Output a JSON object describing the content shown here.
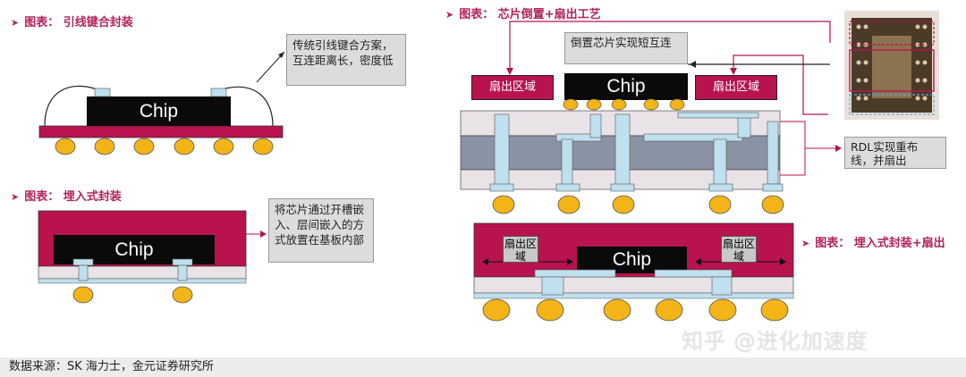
{
  "titles": {
    "wire_bond": "图表：   引线键合封装",
    "embedded": "图表：   埋入式封装",
    "flip_chip": "图表：   芯片倒置+扇出工艺",
    "embedded_fanout": "图表：   埋入式封装+扇出"
  },
  "title_arrow": "➤",
  "chip_label": "Chip",
  "callouts": {
    "wire_bond": "传统引线键合方案，互连距离长，密度低",
    "embedded": "将芯片通过开槽嵌入、层间嵌入的方式放置在基板内部",
    "flip_chip": "倒置芯片实现短互连",
    "rdl": "RDL实现重布线，并扇出"
  },
  "fanout_label": "扇出区域",
  "fanout_label_small": "扇出区域",
  "footer": "数据来源：SK 海力士，金元证券研究所",
  "watermark": "知乎 @进化加速度",
  "colors": {
    "magenta": "#b8134f",
    "chip": "#0a0a0a",
    "bump": "#f2b417",
    "pad": "#bfe0ee",
    "substrate_gray": "#8a93a6",
    "substrate_light": "#e9e2e6"
  }
}
